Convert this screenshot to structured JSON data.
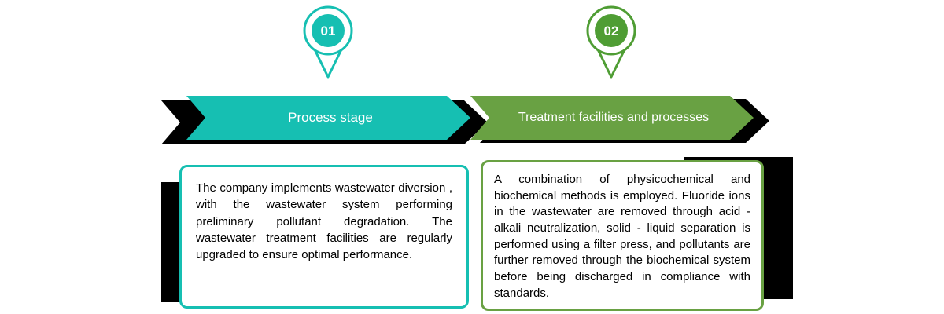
{
  "title": "Wastewater treatment process infographic",
  "colors": {
    "teal": "#16bfb2",
    "green_banner": "#69a143",
    "green_pin": "#4f9d34",
    "shadow": "#000000",
    "text": "#000000",
    "banner_text": "#ffffff"
  },
  "stages": [
    {
      "number": "01",
      "banner": "Process stage",
      "body": "The company implements wastewater diversion , with the wastewater system performing preliminary pollutant degradation. The wastewater treatment facilities are regularly upgraded to ensure optimal performance."
    },
    {
      "number": "02",
      "banner": "Treatment facilities and processes",
      "body": "A combination of physicochemical and biochemical methods is employed. Fluoride ions in the wastewater are removed through acid - alkali neutralization, solid - liquid separation is performed using a filter  press, and pollutants are further  removed  through the biochemical system before being discharged in compliance with standards."
    }
  ]
}
